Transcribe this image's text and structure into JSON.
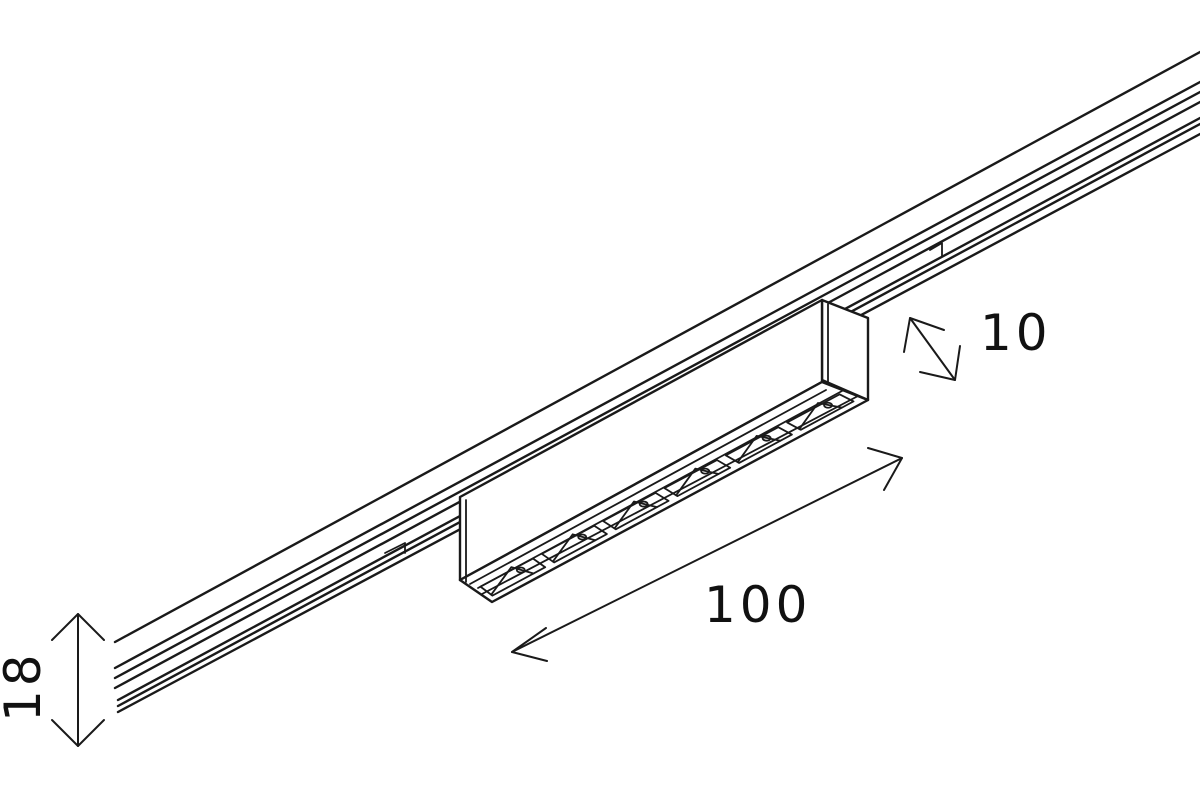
{
  "dimensions": {
    "length": "100",
    "depth": "10",
    "height": "18"
  }
}
